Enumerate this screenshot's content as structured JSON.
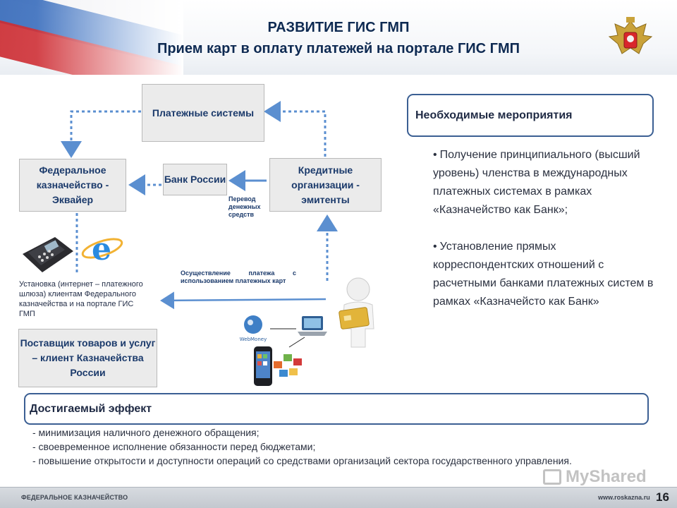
{
  "header": {
    "title": "РАЗВИТИЕ ГИС ГМП",
    "subtitle": "Прием карт в оплату платежей на портале ГИС ГМП"
  },
  "diagram": {
    "payment_systems": "Платежные системы",
    "treasury": "Федеральное казначейство - Эквайер",
    "bank_russia": "Банк России",
    "credit_orgs": "Кредитные организации - эмитенты",
    "transfer_label": "Перевод денежных средств",
    "card_payment_label": "Осуществление платежа с использованием платежных карт",
    "installation_caption": "Установка (интернет – платежного шлюза) клиентам Федерального казначейства и на портале ГИС ГМП",
    "supplier": "Поставщик товаров и услуг – клиент Казначейства России",
    "webmoney_label": "WebMoney"
  },
  "measures": {
    "heading": "Необходимые мероприятия",
    "items": [
      "Получение принципиального (высший уровень) членства в международных платежных системах в рамках «Казначейство как Банк»;",
      "Установление прямых корреспондентских отношений с расчетными банками платежных систем в рамках «Казначейсто как Банк»"
    ]
  },
  "effect": {
    "heading": "Достигаемый эффект",
    "lines": [
      "- минимизация наличного денежного обращения;",
      "- своевременное исполнение обязанности перед бюджетами;",
      "- повышение открытости и доступности операций со средствами организаций сектора государственного управления."
    ]
  },
  "footer": {
    "org": "ФЕДЕРАЛЬНОЕ КАЗНАЧЕЙСТВО",
    "site": "www.roskazna.ru",
    "page": "16"
  },
  "watermark": "MyShared",
  "colors": {
    "accent": "#3b5f93",
    "arrow": "#5b8fd0",
    "box_fill": "#ebebeb",
    "title": "#0e2a52"
  }
}
